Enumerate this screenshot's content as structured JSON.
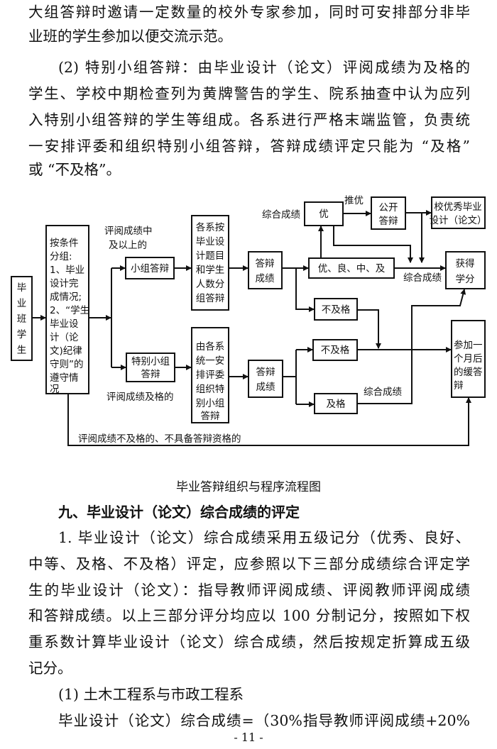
{
  "top_paragraphs": [
    "大组答辩时邀请一定数量的校外专家参加，同时可安排部分非毕",
    "业班的学生参加以便交流示范。",
    "(2) 特别小组答辩：由毕业设计（论文）评阅成绩为及格的",
    "学生、学校中期检查列为黄牌警告的学生、院系抽查中认为应列",
    "入特别小组答辩的学生等组成。各系进行严格末端监管，负责统",
    "一安排评委和组织特别小组答辩，答辩成绩评定只能为 “及格”",
    "或 “不及格”。"
  ],
  "diagram": {
    "students": [
      "毕",
      "业",
      "班",
      "学",
      "生"
    ],
    "grouping": [
      "按条件",
      "分组:",
      "1、毕业",
      "设计完",
      "成情况;",
      "2、“学生",
      "毕业设",
      "计（论",
      "文)纪律",
      "守则”的",
      "遵守情",
      "况"
    ],
    "label_above_pass": [
      "评阅成绩中",
      "及以上的"
    ],
    "group_defense": "小组答辩",
    "special_defense": [
      "特别小组",
      "答辩"
    ],
    "label_pass": "评阅成绩及格的",
    "dept_group": [
      "各系按",
      "毕业设",
      "计题目",
      "和学生",
      "人数分",
      "组答辩"
    ],
    "dept_special": [
      "由各系",
      "统一安",
      "排评委",
      "组织特",
      "别小组",
      "答辩"
    ],
    "defense_score_top": [
      "答辩",
      "成绩"
    ],
    "defense_score_bottom": [
      "答辩",
      "成绩"
    ],
    "grades": "优、良、中、及",
    "fail_top": "不及格",
    "fail_bottom": "不及格",
    "pass_bottom": "及格",
    "excellent": "优",
    "composite_label_1": "综合成绩",
    "recommend": "推优",
    "public_defense": [
      "公开",
      "答辩"
    ],
    "school_excellent": [
      "校优秀毕业",
      "设计（论文）"
    ],
    "get_credit": [
      "获得",
      "学分"
    ],
    "composite_label_2": "综合成绩",
    "composite_label_3": "综合成绩",
    "delayed_defense": [
      "参加一",
      "个月后",
      "的缓答",
      "辩"
    ],
    "label_fail_review": "评阅成绩不及格的、不具备答辩资格的"
  },
  "caption": "毕业答辩组织与程序流程图",
  "section_heading": "九、毕业设计（论文）综合成绩的评定",
  "bottom_paragraphs": [
    "1. 毕业设计（论文）综合成绩采用五级记分（优秀、良好、",
    "中等、及格、不及格）评定，应参照以下三部分成绩综合评定学",
    "生的毕业设计（论文）：指导教师评阅成绩、评阅教师评阅成绩",
    "和答辩成绩。以上三部分评分均应以 100 分制记分，按照如下权",
    "重系数计算毕业设计（论文）综合成绩，然后按规定折算成五级",
    "记分。",
    "(1) 土木工程系与市政工程系",
    "毕业设计（论文）综合成绩=（30%指导教师评阅成绩+20%"
  ],
  "page_number": "- 11 -"
}
